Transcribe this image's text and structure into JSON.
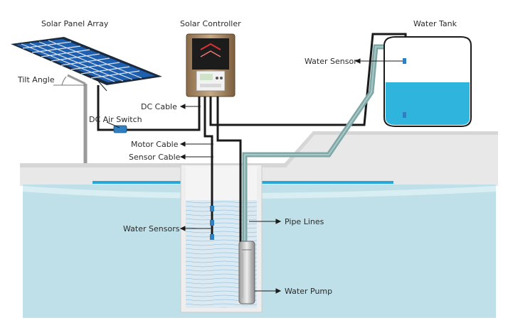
{
  "labels": {
    "solar_panel_array": "Solar Panel Array",
    "solar_controller": "Solar Controller",
    "water_tank": "Water Tank",
    "tilt_angle": "Tilt Angle",
    "water_sensor": "Water Sensor",
    "dc_cable": "DC Cable",
    "dc_air_switch": "DC Air Switch",
    "motor_cable": "Motor Cable",
    "sensor_cable": "Sensor Cable",
    "water_sensors": "Water Sensors",
    "pipe_lines": "Pipe Lines",
    "water_pump": "Water Pump"
  },
  "colors": {
    "panel_cell": "#1f5fb0",
    "panel_frame": "#1b2a3c",
    "ground": "#e6e6e6",
    "water": "#bfe0e8",
    "water_tank_fill": "#2fb4de",
    "pipe": "#7ea7a6",
    "cable": "#1a1a1a",
    "sensor": "#2f7fc1"
  }
}
